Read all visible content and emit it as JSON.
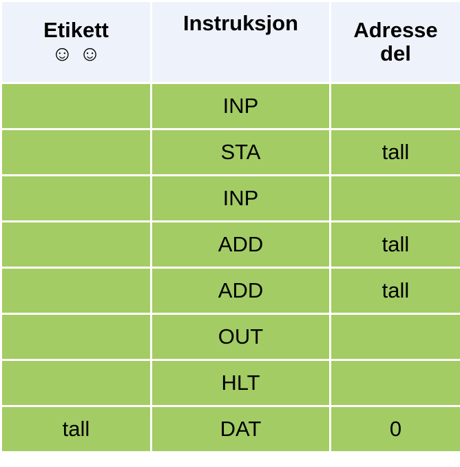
{
  "table": {
    "headers": {
      "label": "Etikett",
      "label_icons": "☺ ☺",
      "instruction": "Instruksjon",
      "address_line1": "Adresse",
      "address_line2": "del"
    },
    "rows": [
      {
        "label": "",
        "instruction": "INP",
        "address": ""
      },
      {
        "label": "",
        "instruction": "STA",
        "address": "tall"
      },
      {
        "label": "",
        "instruction": "INP",
        "address": ""
      },
      {
        "label": "",
        "instruction": "ADD",
        "address": "tall"
      },
      {
        "label": "",
        "instruction": "ADD",
        "address": "tall"
      },
      {
        "label": "",
        "instruction": "OUT",
        "address": ""
      },
      {
        "label": "",
        "instruction": "HLT",
        "address": ""
      },
      {
        "label": "tall",
        "instruction": "DAT",
        "address": "0"
      }
    ]
  },
  "colors": {
    "header_bg": "#eef3fb",
    "row_bg": "#a3cc65",
    "border": "#ffffff"
  }
}
